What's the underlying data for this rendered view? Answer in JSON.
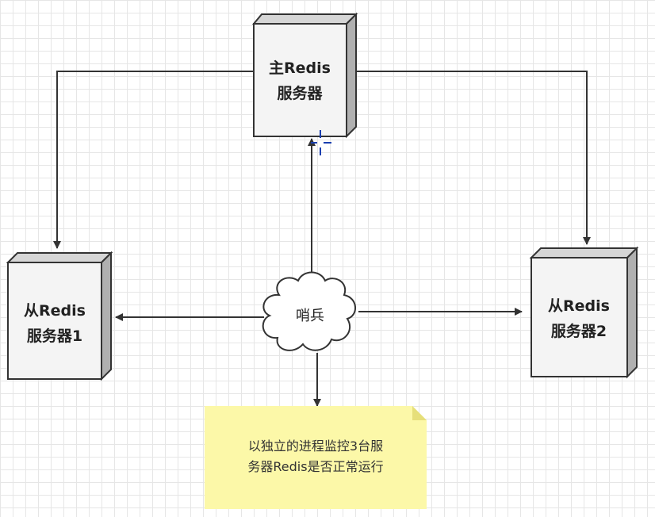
{
  "master": {
    "line1": "主Redis",
    "line2": "服务器"
  },
  "slave1": {
    "line1": "从Redis",
    "line2": "服务器1"
  },
  "slave2": {
    "line1": "从Redis",
    "line2": "服务器2"
  },
  "sentinel": {
    "label": "哨兵"
  },
  "note": {
    "line1": "以独立的进程监控3台服",
    "line2": "务器Redis是否正常运行"
  },
  "colors": {
    "box_front": "#f4f4f4",
    "box_side": "#b0b0b0",
    "box_top": "#d6d6d6",
    "note_fill": "#fcf8a8",
    "note_fold": "#e6df7a",
    "line": "#333333",
    "cursor": "#1a3fb0"
  }
}
